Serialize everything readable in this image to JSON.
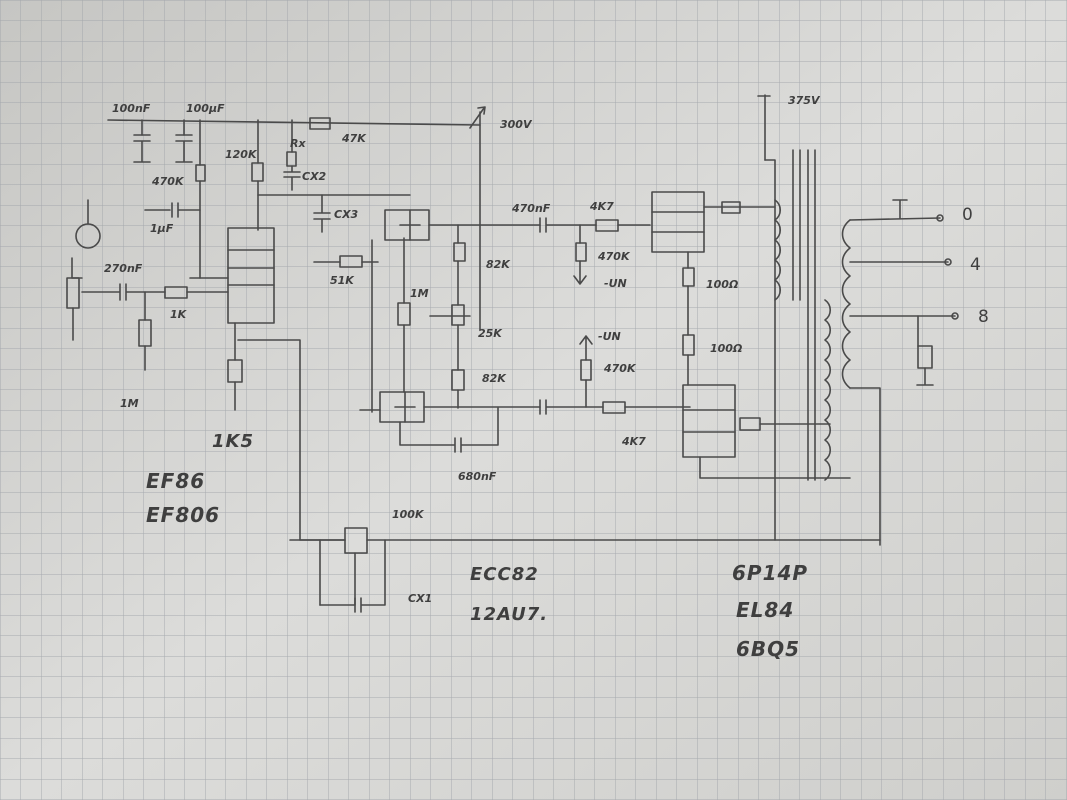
{
  "colors": {
    "paper": "#d7d7d4",
    "grid": "#9ea2a8",
    "pencil": "#4a4a4a"
  },
  "supply": {
    "b_plus_left": "300V",
    "b_plus_right": "375V"
  },
  "components": {
    "c_filter_1": "100nF",
    "c_filter_2": "100µF",
    "r_470k": "470K",
    "c_1uf": "1µF",
    "r_120k": "120K",
    "r_x": "Rx",
    "c_x2": "CX2",
    "r_47k": "47K",
    "c_x3": "CX3",
    "r_51k": "51K",
    "c_270nf": "270nF",
    "r_1k": "1K",
    "r_1m_grid": "1M",
    "r_1m_ecc": "1M",
    "r_1k5": "1K5",
    "c_470nf": "470nF",
    "r_4k7_top": "4K7",
    "r_470k_top": "470K",
    "neg_top": "-UN",
    "r_82k_top": "82K",
    "r_25k": "25K",
    "r_82k_bot": "82K",
    "neg_bot": "-UN",
    "r_470k_bot": "470K",
    "r_4k7_bot": "4K7",
    "c_680nf": "680nF",
    "r_100k": "100K",
    "c_x1": "CX1",
    "r_100r_top": "100Ω",
    "r_100r_bot": "100Ω"
  },
  "output_taps": [
    "0",
    "4",
    "8"
  ],
  "tubes": {
    "input": [
      "EF86",
      "EF806"
    ],
    "driver": [
      "ECC82",
      "12AU7."
    ],
    "output": [
      "6P14P",
      "EL84",
      "6BQ5"
    ]
  }
}
